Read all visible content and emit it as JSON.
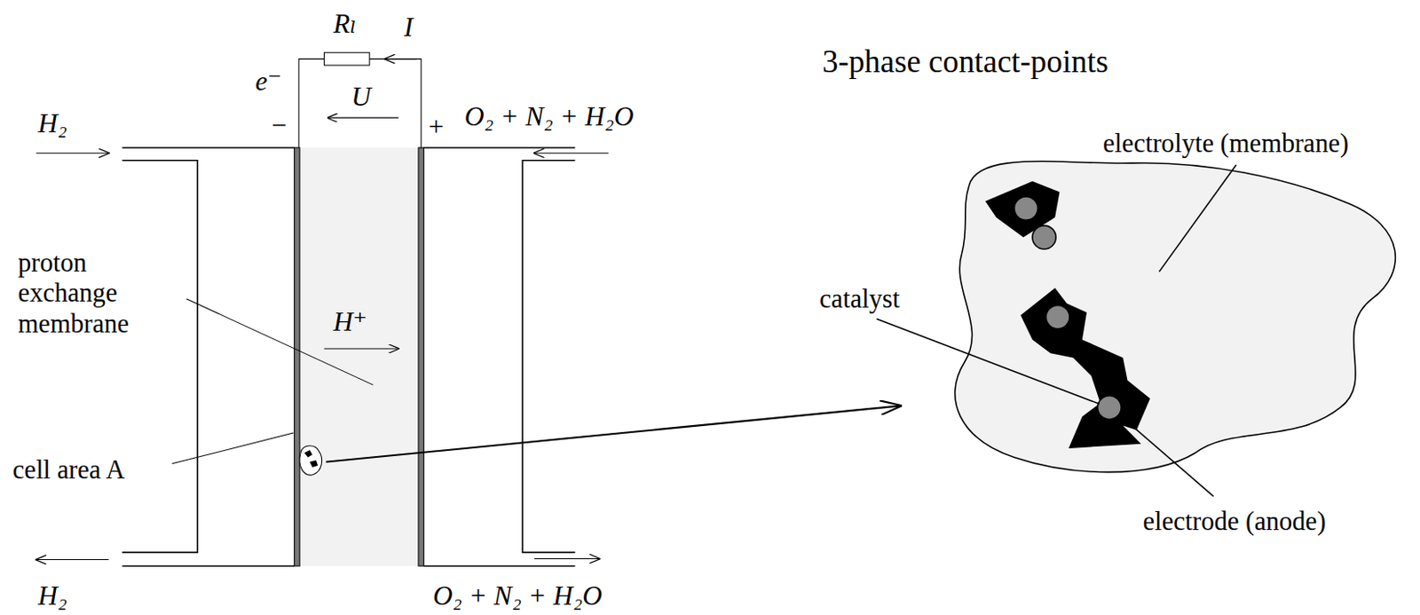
{
  "diagram": {
    "nodes": [
      {
        "text": [
          "H⁺"
        ]
      }
    ],
    "labels": [
      "Rₗ",
      "I",
      "e⁻",
      "U",
      "−",
      "+",
      "H₂",
      "O₂ + N₂ + H₂O",
      "proton exchange membrane",
      "cell area A",
      "H₂",
      "O₂ + N₂ + H₂O",
      "3-phase contact-points",
      "electrolyte (membrane)",
      "catalyst",
      "electrode (anode)"
    ]
  }
}
